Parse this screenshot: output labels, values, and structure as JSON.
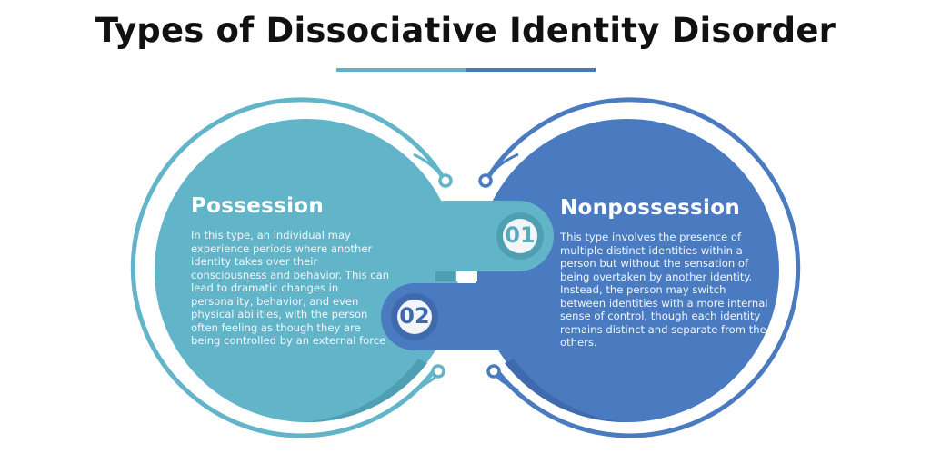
{
  "title": "Types of Dissociative Identity Disorder",
  "colors": {
    "teal": "#62b5c8",
    "teal_dark": "#4f9fb2",
    "blue": "#4a7bc0",
    "blue_dark": "#3f6aae",
    "white": "#ffffff",
    "title_text": "#111111"
  },
  "items": [
    {
      "number": "01",
      "heading": "Possession",
      "description": "In this type, an individual may experience periods where another identity takes over their consciousness and behavior. This can lead to dramatic changes in personality, behavior, and even physical abilities, with the person often feeling as though they are being controlled by an external force",
      "color": "#62b5c8"
    },
    {
      "number": "02",
      "heading": "Nonpossession",
      "description": "This type involves the presence of multiple distinct identities within a person but without the sensation of being overtaken by another identity. Instead, the person may switch between identities with a more internal sense of control, though each identity remains distinct and separate from the others.",
      "color": "#4a7bc0"
    }
  ],
  "icons": [
    "circuit-node-icon",
    "circuit-node-icon",
    "circuit-node-icon",
    "circuit-node-icon"
  ]
}
